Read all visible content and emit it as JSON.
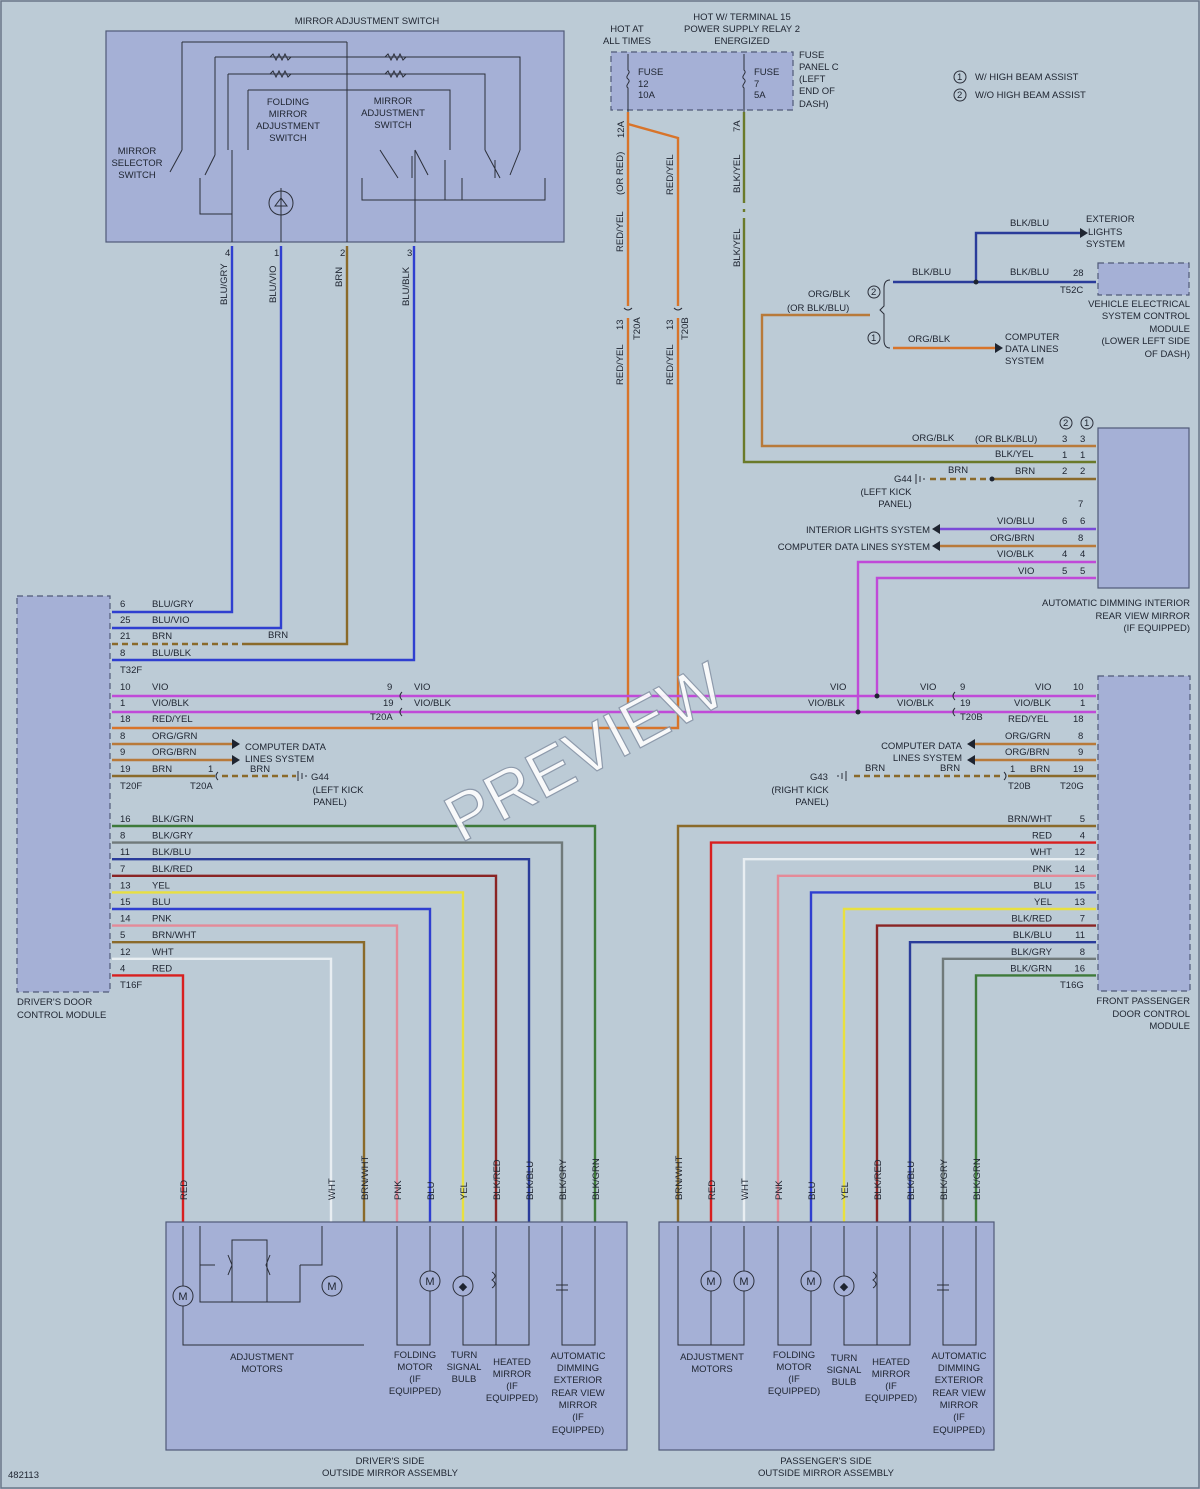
{
  "colors": {
    "BLU": "#2f3fd0",
    "RED": "#d81f1f",
    "BRN": "#8a6a2a",
    "YEL": "#e8e040",
    "VIO": "#c04ad8",
    "PNK": "#e48a98",
    "WHT": "#e8eef2",
    "BLK_GRN": "#3e7a3a",
    "BLK_BLU": "#2a3c9a",
    "BLK_RED": "#8a2424",
    "BLK_GRY": "#707a7a",
    "ORG": "#d8742a",
    "BLK_YEL": "#6a7a2a",
    "ORG_BLU": "#b87a3a"
  },
  "labels": {
    "mirror_adj_switch": "MIRROR ADJUSTMENT SWITCH",
    "mirror_sel": [
      "MIRROR",
      "SELECTOR",
      "SWITCH"
    ],
    "folding_sw": [
      "FOLDING",
      "MIRROR",
      "ADJUSTMENT",
      "SWITCH"
    ],
    "mirror_adj_sw2": [
      "MIRROR",
      "ADJUSTMENT",
      "SWITCH"
    ],
    "hot_all": [
      "HOT AT",
      "ALL TIMES"
    ],
    "hot_t15": [
      "HOT W/ TERMINAL 15",
      "POWER SUPPLY RELAY 2",
      "ENERGIZED"
    ],
    "fuse12": [
      "FUSE",
      "12",
      "10A"
    ],
    "fuse7": [
      "FUSE",
      "7",
      "5A"
    ],
    "fuse_panel": [
      "FUSE",
      "PANEL C",
      "(LEFT",
      "END OF",
      "DASH)"
    ],
    "legend1": "W/ HIGH BEAM ASSIST",
    "legend2": "W/O HIGH BEAM ASSIST",
    "n1": "1",
    "n2": "2",
    "ext_lights": [
      "EXTERIOR",
      "LIGHTS",
      "SYSTEM"
    ],
    "vecm": [
      "VEHICLE ELECTRICAL",
      "SYSTEM CONTROL",
      "MODULE",
      "(LOWER LEFT SIDE",
      "OF DASH)"
    ],
    "comp_data": [
      "COMPUTER",
      "DATA LINES",
      "SYSTEM"
    ],
    "org_blk": "ORG/BLK",
    "or_blk_blu": "(OR BLK/BLU)",
    "or_blk_blu2": "(OR BLK/BLU)",
    "blk_blu": "BLK/BLU",
    "blk_yel": "BLK/YEL",
    "red_yel": "RED/YEL",
    "or_red": "(OR RED)",
    "brn": "BRN",
    "vio": "VIO",
    "vio_blk": "VIO/BLK",
    "vio_blu": "VIO/BLU",
    "org_brn": "ORG/BRN",
    "org_grn": "ORG/GRN",
    "blu_gry": "BLU/GRY",
    "blu_vio": "BLU/VIO",
    "blu_blk": "BLU/BLK",
    "t52c": "T52C",
    "t32f": "T32F",
    "t20a": "T20A",
    "t20b": "T20B",
    "t20f": "T20F",
    "t20g": "T20G",
    "t16f": "T16F",
    "t16g": "T16G",
    "g44": "G44",
    "left_kick": [
      "(LEFT KICK",
      "PANEL)"
    ],
    "g43": "G43",
    "right_kick": [
      "(RIGHT KICK",
      "PANEL)"
    ],
    "int_lights": "INTERIOR LIGHTS SYSTEM",
    "comp_data_sys": "COMPUTER DATA LINES SYSTEM",
    "comp_data_2": [
      "COMPUTER DATA",
      "LINES SYSTEM"
    ],
    "auto_dim_int": [
      "AUTOMATIC DIMMING INTERIOR",
      "REAR VIEW MIRROR",
      "(IF EQUIPPED)"
    ],
    "ddcm": [
      "DRIVER'S DOOR",
      "CONTROL MODULE"
    ],
    "fpdcm": [
      "FRONT PASSENGER",
      "DOOR CONTROL",
      "MODULE"
    ],
    "adj_motors": [
      "ADJUSTMENT",
      "MOTORS"
    ],
    "folding_motor": [
      "FOLDING",
      "MOTOR",
      "(IF",
      "EQUIPPED)"
    ],
    "turn_bulb": [
      "TURN",
      "SIGNAL",
      "BULB"
    ],
    "heated_mirror": [
      "HEATED",
      "MIRROR",
      "(IF",
      "EQUIPPED)"
    ],
    "auto_dim_ext": [
      "AUTOMATIC",
      "DIMMING",
      "EXTERIOR",
      "REAR VIEW",
      "MIRROR",
      "(IF",
      "EQUIPPED)"
    ],
    "drv_mirror": [
      "DRIVER'S SIDE",
      "OUTSIDE MIRROR ASSEMBLY"
    ],
    "pass_mirror": [
      "PASSENGER'S SIDE",
      "OUTSIDE MIRROR ASSEMBLY"
    ],
    "fig_no": "482113",
    "watermark": "PREVIEW",
    "pins": {
      "p4": "4",
      "p1": "1",
      "p2": "2",
      "p3": "3",
      "p12a": "12A",
      "p7a": "7A",
      "p13": "13",
      "p28": "28",
      "p6": "6",
      "p25": "25",
      "p21": "21",
      "p8": "8",
      "p10": "10",
      "p19": "19",
      "p18": "18",
      "p9": "9",
      "p16": "16",
      "p11": "11",
      "p7": "7",
      "p15": "15",
      "p14": "14",
      "p5": "5",
      "p12": "12"
    }
  },
  "ddcm_rows": [
    {
      "pin": "16",
      "label": "BLK/GRN"
    },
    {
      "pin": "8",
      "label": "BLK/GRY"
    },
    {
      "pin": "11",
      "label": "BLK/BLU"
    },
    {
      "pin": "7",
      "label": "BLK/RED"
    },
    {
      "pin": "13",
      "label": "YEL"
    },
    {
      "pin": "15",
      "label": "BLU"
    },
    {
      "pin": "14",
      "label": "PNK"
    },
    {
      "pin": "5",
      "label": "BRN/WHT"
    },
    {
      "pin": "12",
      "label": "WHT"
    },
    {
      "pin": "4",
      "label": "RED"
    }
  ],
  "fpdcm_rows": [
    {
      "pin": "5",
      "label": "BRN/WHT"
    },
    {
      "pin": "4",
      "label": "RED"
    },
    {
      "pin": "12",
      "label": "WHT"
    },
    {
      "pin": "14",
      "label": "PNK"
    },
    {
      "pin": "15",
      "label": "BLU"
    },
    {
      "pin": "13",
      "label": "YEL"
    },
    {
      "pin": "7",
      "label": "BLK/RED"
    },
    {
      "pin": "11",
      "label": "BLK/BLU"
    },
    {
      "pin": "8",
      "label": "BLK/GRY"
    },
    {
      "pin": "16",
      "label": "BLK/GRN"
    }
  ],
  "drv_vert": [
    "RED",
    "WHT",
    "BRN/WHT",
    "PNK",
    "BLU",
    "YEL",
    "BLK/RED",
    "BLK/BLU",
    "BLK/GRY",
    "BLK/GRN"
  ],
  "pass_vert": [
    "BRN/WHT",
    "RED",
    "WHT",
    "PNK",
    "BLU",
    "YEL",
    "BLK/RED",
    "BLK/BLU",
    "BLK/GRY",
    "BLK/GRN"
  ]
}
